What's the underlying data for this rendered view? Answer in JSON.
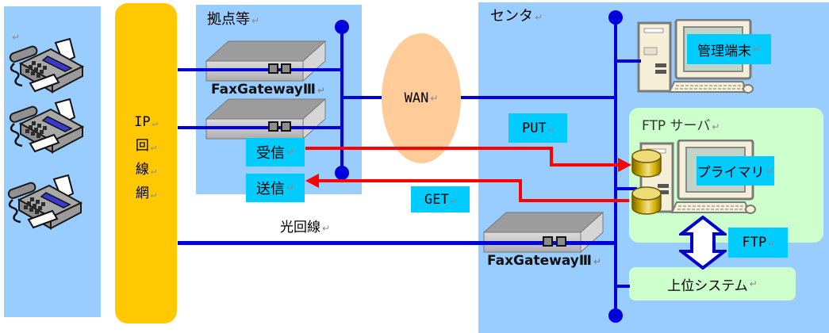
{
  "mark": "↵",
  "ip_bar": {
    "chars": [
      "IP",
      "回",
      "線",
      "網"
    ]
  },
  "branch": {
    "title": "拠点等",
    "gateway_label": "FaxGatewayⅢ",
    "receive": "受信",
    "send": "送信"
  },
  "wan": {
    "label": "WAN"
  },
  "flows": {
    "put": "PUT",
    "get": "GET",
    "optical_line": "光回線"
  },
  "center": {
    "title": "センタ",
    "management_terminal": "管理端末",
    "ftp_server": "FTP サーバ",
    "primary": "プライマリ",
    "ftp": "FTP",
    "upper_system": "上位システム",
    "gateway_label": "FaxGatewayⅢ"
  },
  "colors": {
    "panel_blue": "#99CCFF",
    "label_cyan": "#00CCFF",
    "box_green": "#CCFFCC",
    "bar_gold": "#FFC800",
    "wan_peach": "#FFCC99",
    "line_blue": "#0000DD",
    "arrow_red": "#FF0000"
  }
}
